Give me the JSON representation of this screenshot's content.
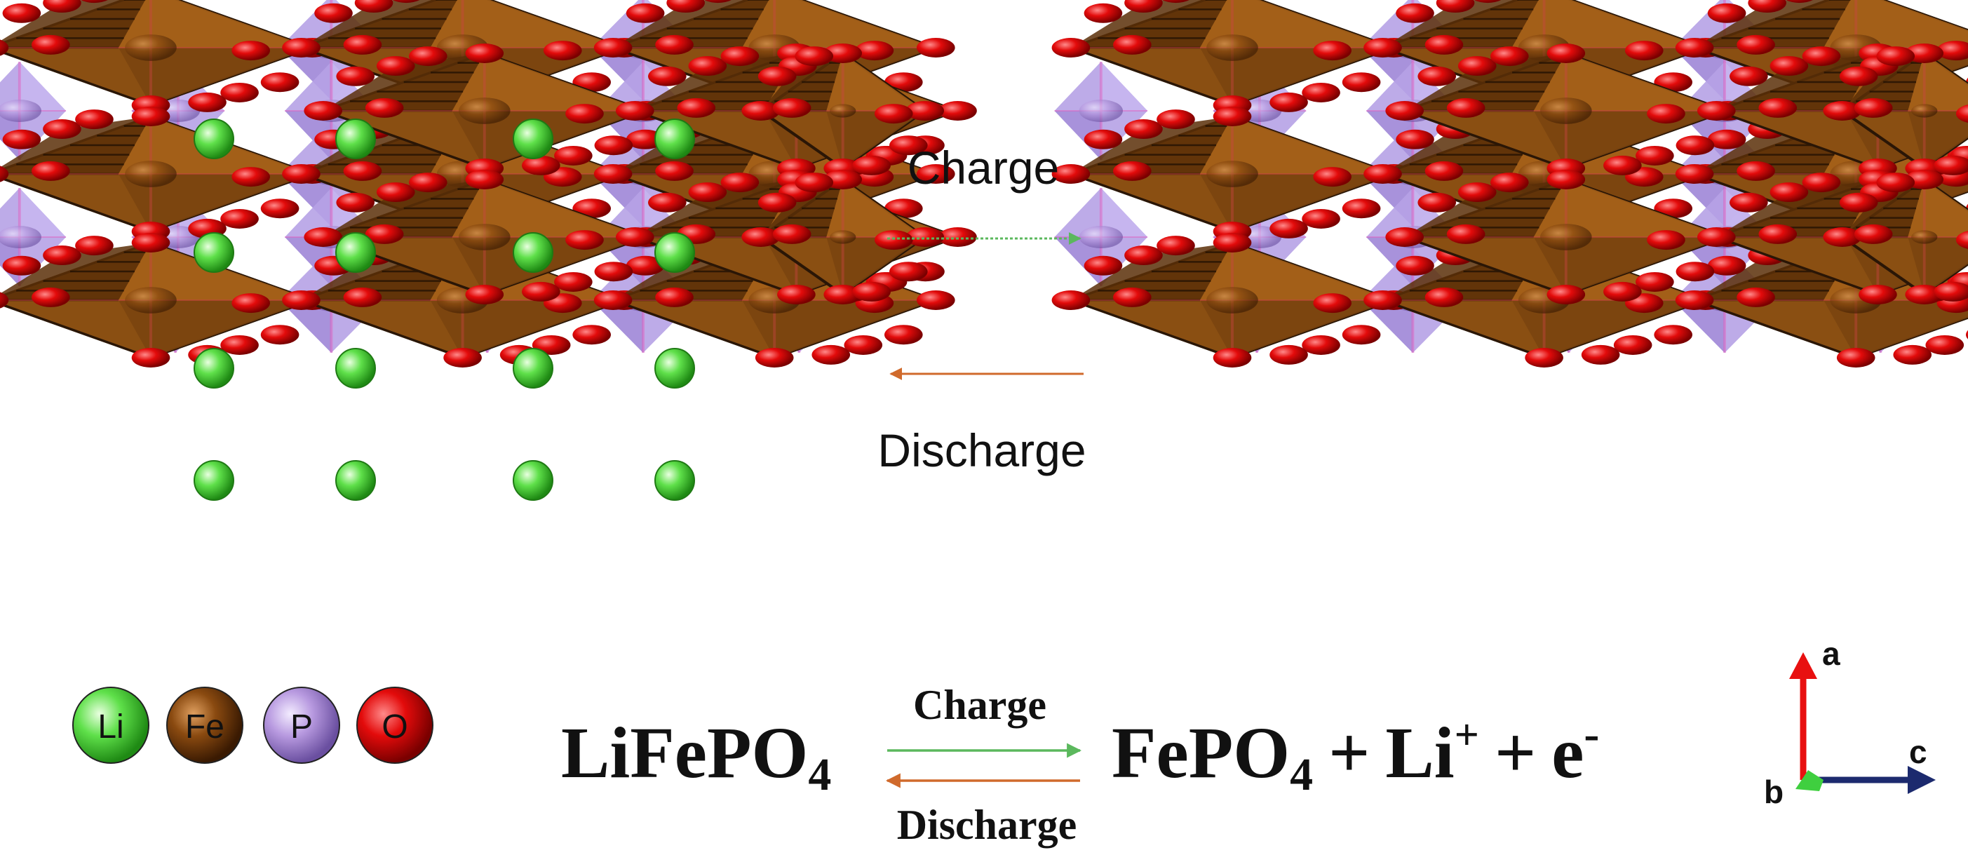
{
  "top": {
    "charge_label": "Charge",
    "discharge_label": "Discharge"
  },
  "legend": [
    {
      "symbol": "Li",
      "color": "#5fe04a"
    },
    {
      "symbol": "Fe",
      "color": "#8a4a10"
    },
    {
      "symbol": "P",
      "color": "#b89ae0"
    },
    {
      "symbol": "O",
      "color": "#e81010"
    }
  ],
  "equation": {
    "reactant_main": "LiFePO",
    "reactant_sub": "4",
    "charge_label": "Charge",
    "discharge_label": "Discharge",
    "product_main": "FePO",
    "product_sub": "4",
    "plus_1": "+",
    "li_ion": "Li",
    "li_charge": "+",
    "plus_2": "+",
    "electron": "e",
    "electron_charge": "-"
  },
  "axes": {
    "a": "a",
    "b": "b",
    "c": "c"
  },
  "colors": {
    "fe_octahedron": "#8a4f12",
    "fe_dark_edge": "#2a1606",
    "p_tetrahedron": "#b6a2e6",
    "oxygen": "#e30b0b",
    "lithium": "#5fe04a",
    "arrow_green": "#5bb85d",
    "arrow_orange": "#d06a2c",
    "axis_red": "#e81010",
    "axis_navy": "#1c2a6e",
    "axis_green": "#3fcf3f"
  },
  "crystal": {
    "left_contains_lithium": true,
    "right_contains_lithium": false
  }
}
